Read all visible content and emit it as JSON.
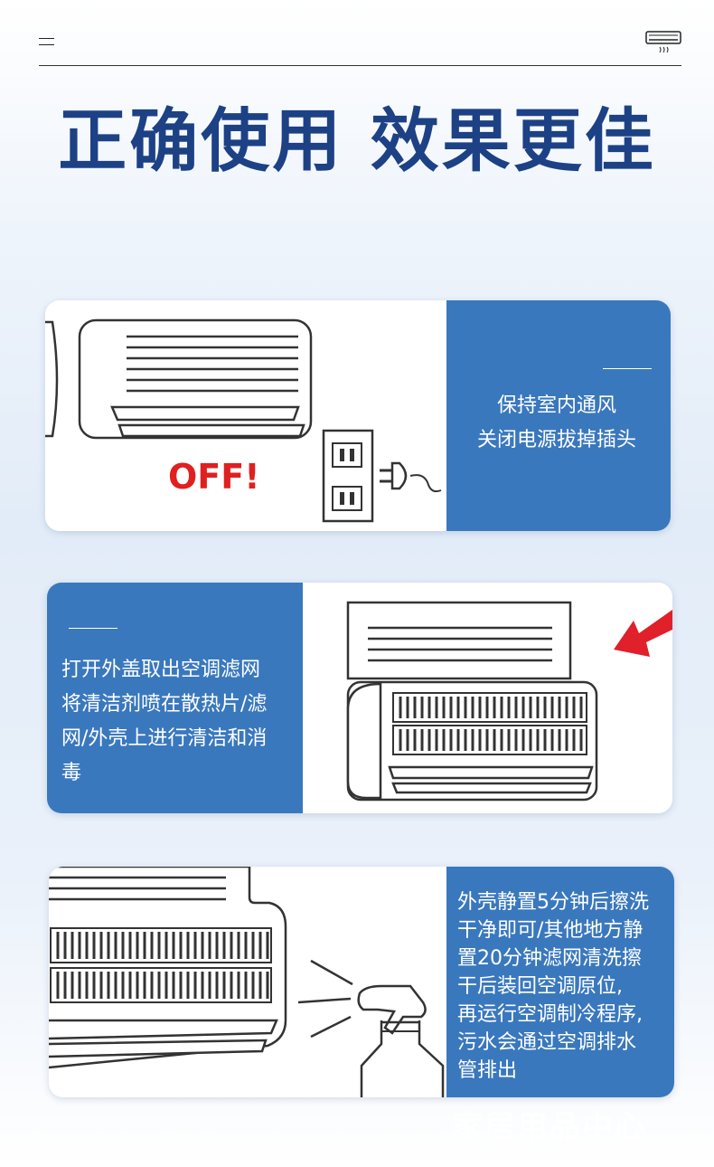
{
  "headline": "正确使用 效果更佳",
  "steps": [
    {
      "illustration_label": "OFF!",
      "lines": [
        "保持室内通风",
        "关闭电源拔掉插头"
      ]
    },
    {
      "lines": [
        "打开外盖取出空调滤网",
        "将清洁剂喷在散热片/滤",
        "网/外壳上进行清洁和消",
        "毒"
      ]
    },
    {
      "lines": [
        "外壳静置5分钟后擦洗",
        "干净即可/其他地方静",
        "置20分钟滤网清洗擦",
        "干后装回空调原位,",
        "再运行空调制冷程序,",
        "污水会通过空调排水",
        "管排出"
      ]
    }
  ],
  "watermark": "家居用品中心",
  "colors": {
    "headline": "#1d4185",
    "panel": "#3a78be",
    "off_text": "#e02020",
    "arrow": "#e0202a"
  },
  "icons": {
    "menu": "menu-icon",
    "air_conditioner": "air-conditioner-icon"
  }
}
